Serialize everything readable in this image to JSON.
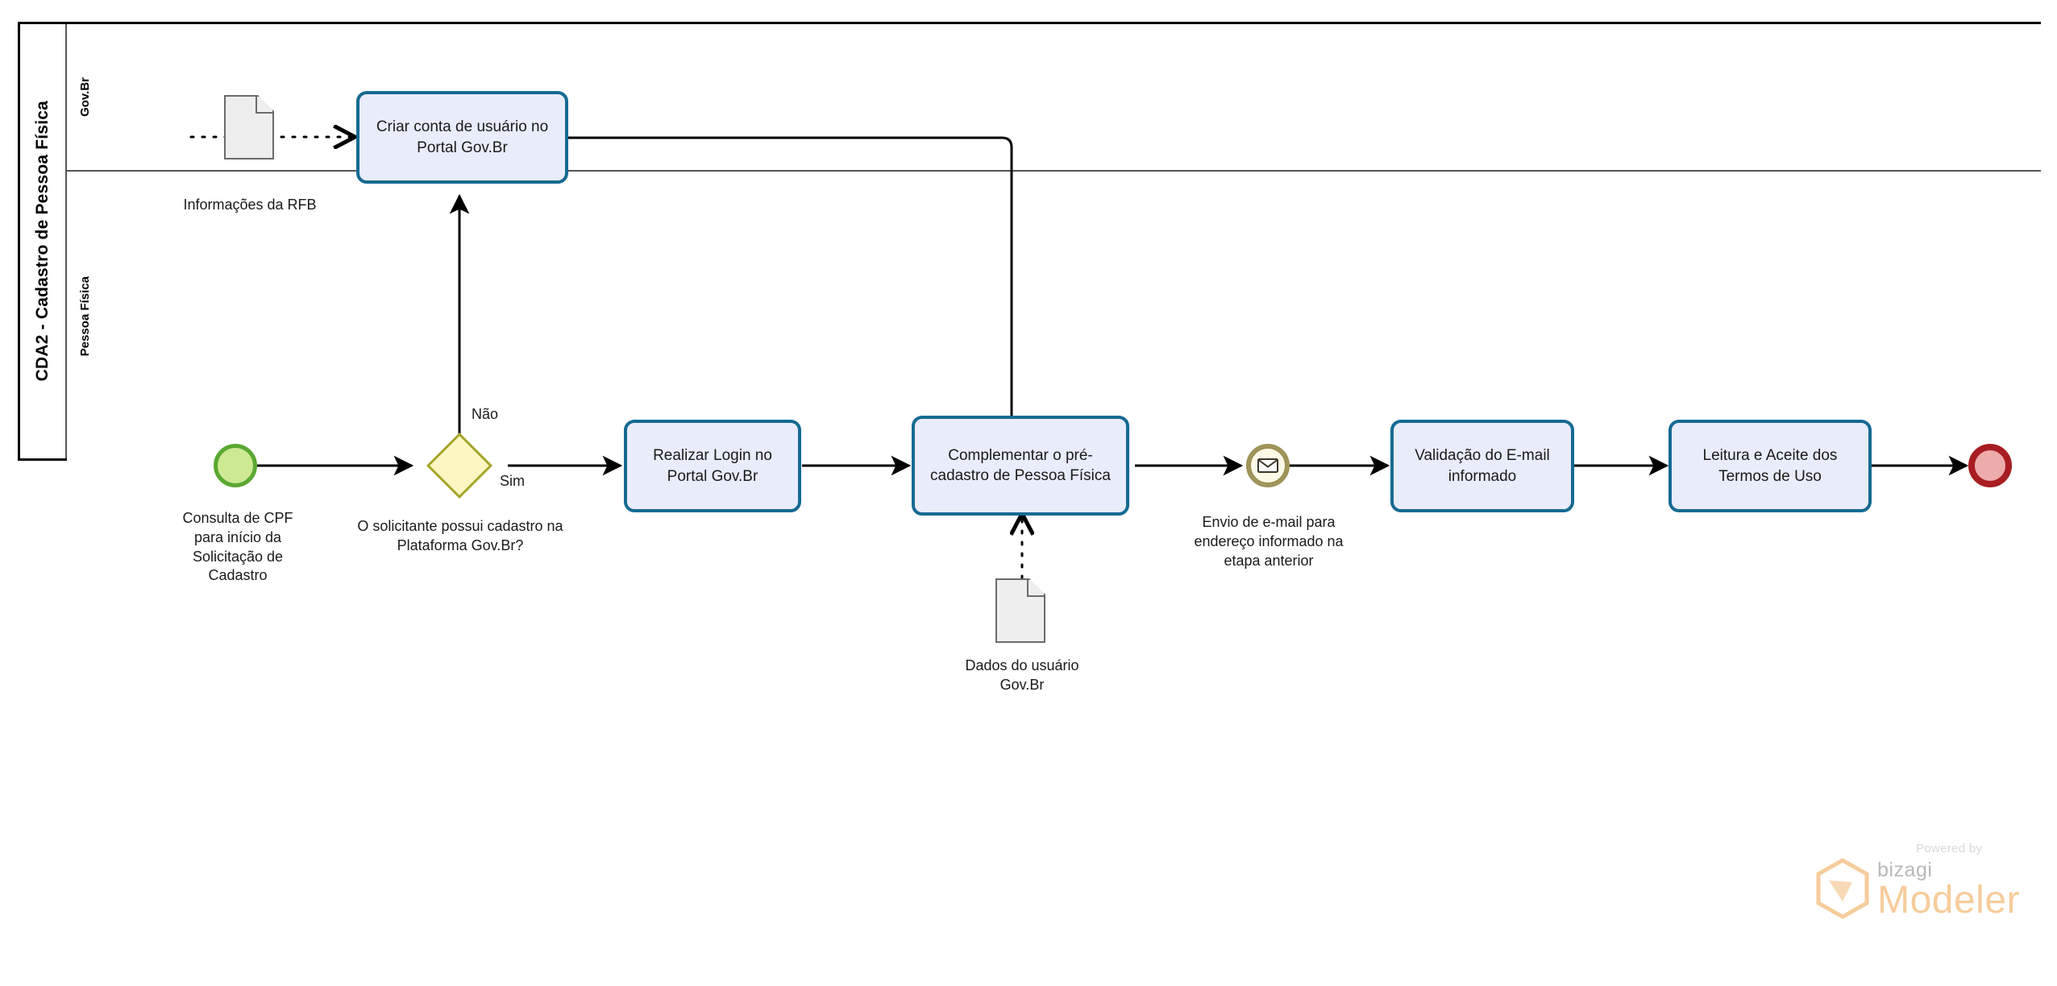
{
  "diagram": {
    "type": "bpmn",
    "pool_title": "CDA2 - Cadastro de Pessoa Física",
    "lanes": [
      {
        "id": "govbr",
        "label": "Gov.Br"
      },
      {
        "id": "pessoa_fisica",
        "label": "Pessoa Física"
      }
    ],
    "colors": {
      "task_border": "#156a93",
      "task_fill": "#e9ecfb",
      "start_border": "#5aa832",
      "start_fill": "#cdea93",
      "end_border": "#a71d22",
      "end_fill": "#eeabab",
      "gateway_border": "#a5a52c",
      "gateway_fill": "#fcf6c3",
      "message_border": "#9e9157",
      "message_fill": "#fdf9e8",
      "data_border": "#6b6b6b",
      "data_fill": "#eeeeee",
      "connector": "#000000",
      "lane_divider": "#555555",
      "pool_border": "#000000"
    },
    "nodes": {
      "data_rfb": {
        "kind": "data-object",
        "lane": "govbr",
        "label": "Informações da RFB"
      },
      "task_criar_conta": {
        "kind": "task",
        "lane": "govbr",
        "label": "Criar conta de usuário no Portal Gov.Br"
      },
      "start_consulta_cpf": {
        "kind": "start-event",
        "lane": "pessoa_fisica",
        "label": "Consulta de CPF para início da Solicitação de Cadastro"
      },
      "gateway_possui_cadastro": {
        "kind": "exclusive-gateway",
        "lane": "pessoa_fisica",
        "label": "O solicitante possui cadastro na Plataforma Gov.Br?"
      },
      "task_realizar_login": {
        "kind": "task",
        "lane": "pessoa_fisica",
        "label": "Realizar Login no Portal Gov.Br"
      },
      "task_complementar": {
        "kind": "task",
        "lane": "pessoa_fisica",
        "label": "Complementar o pré-cadastro de Pessoa Física"
      },
      "data_dados_usuario": {
        "kind": "data-object",
        "lane": "pessoa_fisica",
        "label": "Dados do usuário Gov.Br"
      },
      "event_envio_email": {
        "kind": "intermediate-message-event",
        "lane": "pessoa_fisica",
        "label": "Envio de e-mail para endereço informado na etapa anterior"
      },
      "task_validacao_email": {
        "kind": "task",
        "lane": "pessoa_fisica",
        "label": "Validação do E-mail informado"
      },
      "task_termos_uso": {
        "kind": "task",
        "lane": "pessoa_fisica",
        "label": "Leitura e Aceite dos Termos de Uso"
      },
      "end_event": {
        "kind": "end-event",
        "lane": "pessoa_fisica",
        "label": ""
      }
    },
    "flow_labels": {
      "nao": "Não",
      "sim": "Sim"
    },
    "sequence_flows": [
      {
        "from": "start_consulta_cpf",
        "to": "gateway_possui_cadastro",
        "label": ""
      },
      {
        "from": "gateway_possui_cadastro",
        "to": "task_criar_conta",
        "label": "Não"
      },
      {
        "from": "gateway_possui_cadastro",
        "to": "task_realizar_login",
        "label": "Sim"
      },
      {
        "from": "task_criar_conta",
        "to": "task_complementar",
        "label": ""
      },
      {
        "from": "task_realizar_login",
        "to": "task_complementar",
        "label": ""
      },
      {
        "from": "task_complementar",
        "to": "event_envio_email",
        "label": ""
      },
      {
        "from": "event_envio_email",
        "to": "task_validacao_email",
        "label": ""
      },
      {
        "from": "task_validacao_email",
        "to": "task_termos_uso",
        "label": ""
      },
      {
        "from": "task_termos_uso",
        "to": "end_event",
        "label": ""
      }
    ],
    "associations": [
      {
        "from": "data_rfb",
        "to": "task_criar_conta"
      },
      {
        "from": "data_dados_usuario",
        "to": "task_complementar"
      }
    ]
  },
  "watermark": {
    "powered_by": "Powered by",
    "brand": "bizagi",
    "product": "Modeler"
  }
}
